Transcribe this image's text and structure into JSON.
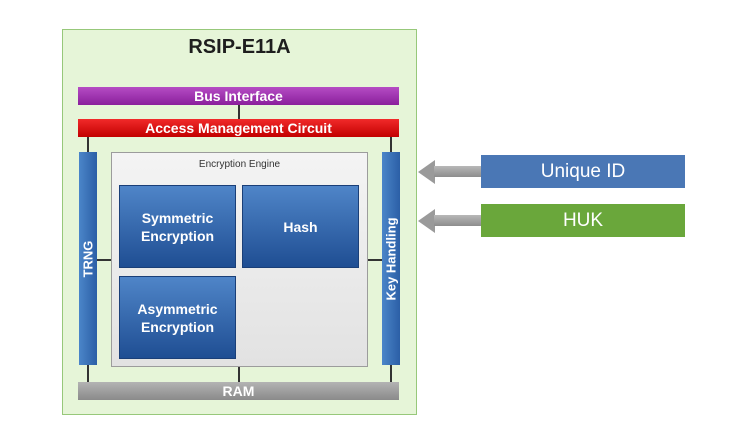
{
  "title": "RSIP-E11A",
  "bus_interface": "Bus Interface",
  "access_management": "Access Management Circuit",
  "ram": "RAM",
  "trng": "TRNG",
  "key_handling": "Key Handling",
  "encryption_engine": {
    "label": "Encryption Engine",
    "symmetric": "Symmetric Encryption",
    "hash": "Hash",
    "asymmetric": "Asymmetric Encryption"
  },
  "inputs": {
    "unique_id": "Unique ID",
    "huk": "HUK"
  },
  "colors": {
    "outer_fill": "#e6f5d8",
    "bus_interface": "#9b2fad",
    "access_management": "#d80000",
    "ram": "#9e9e9e",
    "blue_block": "#2f64ab",
    "unique_id": "#4a77b5",
    "huk": "#6aa73b"
  }
}
